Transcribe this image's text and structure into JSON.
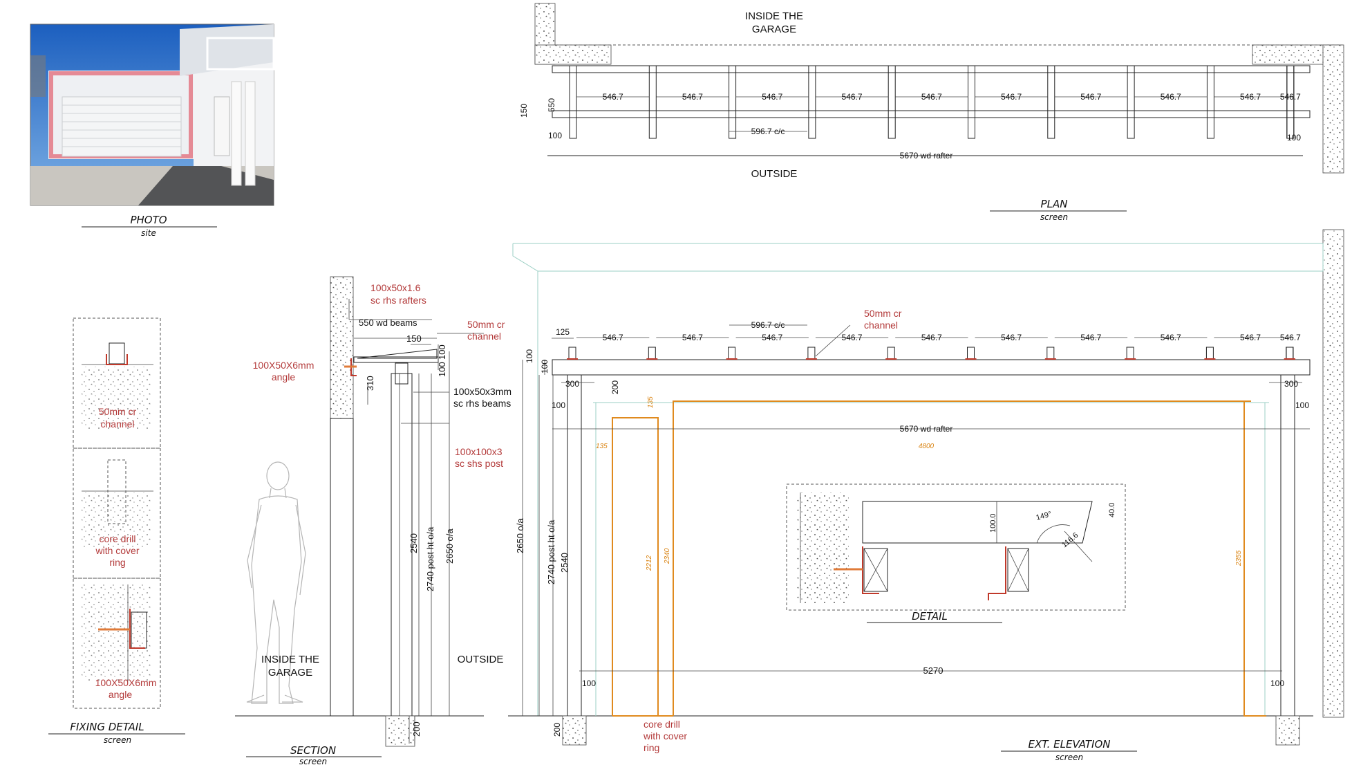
{
  "photo": {
    "title": "PHOTO",
    "subtitle": "site"
  },
  "plan": {
    "title": "PLAN",
    "subtitle": "screen",
    "inside_1": "INSIDE THE",
    "inside_2": "GARAGE",
    "outside": "OUTSIDE",
    "spacing": "546.7",
    "cc": "596.7 c/c",
    "rafter": "5670 wd rafter",
    "d150": "150",
    "d550": "550",
    "d100": "100"
  },
  "fixing": {
    "title": "FIXING DETAIL",
    "subtitle": "screen",
    "channel_1": "50mm cr",
    "channel_2": "channel",
    "core_1": "core drill",
    "core_2": "with cover",
    "core_3": "ring",
    "angle_1": "100X50X6mm",
    "angle_2": "angle"
  },
  "section": {
    "title": "SECTION",
    "subtitle": "screen",
    "rafters_1": "100x50x1.6",
    "rafters_2": "sc rhs rafters",
    "beams_wd": "550 wd beams",
    "channel_1": "50mm cr",
    "channel_2": "channel",
    "angle_1": "100X50X6mm",
    "angle_2": "angle",
    "beams_1": "100x50x3mm",
    "beams_2": "sc rhs beams",
    "post_1": "100x100x3",
    "post_2": "sc shs post",
    "d150": "150",
    "d100a": "100",
    "d100b": "100",
    "d310": "310",
    "d2540": "2540",
    "d2740": "2740 post ht o/a",
    "d2650": "2650 o/a",
    "d200": "200",
    "inside_1": "INSIDE THE",
    "inside_2": "GARAGE",
    "outside": "OUTSIDE"
  },
  "elevation": {
    "title": "EXT. ELEVATION",
    "subtitle": "screen",
    "d125": "125",
    "spacing": "546.7",
    "cc": "596.7 c/c",
    "channel_1": "50mm cr",
    "channel_2": "channel",
    "d100": "100",
    "d300": "300",
    "d200": "200",
    "rafter": "5670 wd rafter",
    "o135": "135",
    "o4800": "4800",
    "o2212": "2212",
    "o2340": "2340",
    "o2355": "2355",
    "d2650": "2650 o/a",
    "d2740": "2740 post ht o/a",
    "d2540": "2540",
    "d5270": "5270",
    "core_1": "core drill",
    "core_2": "with cover",
    "core_3": "ring"
  },
  "detail": {
    "title": "DETAIL",
    "d100": "100.0",
    "d40": "40.0",
    "angle": "149°",
    "d116": "116.6"
  },
  "colors": {
    "accent_red": "#b33a3a",
    "accent_orange": "#d9820f",
    "guide_green": "#9bcfc4"
  }
}
